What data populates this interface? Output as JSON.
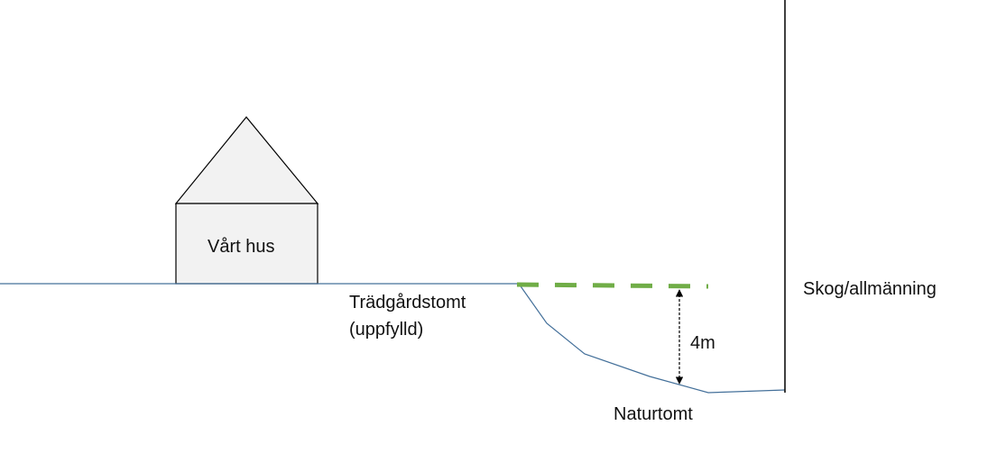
{
  "house": {
    "label": "Vårt hus"
  },
  "labels": {
    "garden_line1": "Trädgårdstomt",
    "garden_line2": "(uppfylld)",
    "forest": "Skog/allmänning",
    "height": "4m",
    "nature": "Naturtomt"
  },
  "colors": {
    "ground": "#44709a",
    "fill_level": "#70ad47",
    "house_fill": "#f2f2f2",
    "outline": "#000000"
  }
}
